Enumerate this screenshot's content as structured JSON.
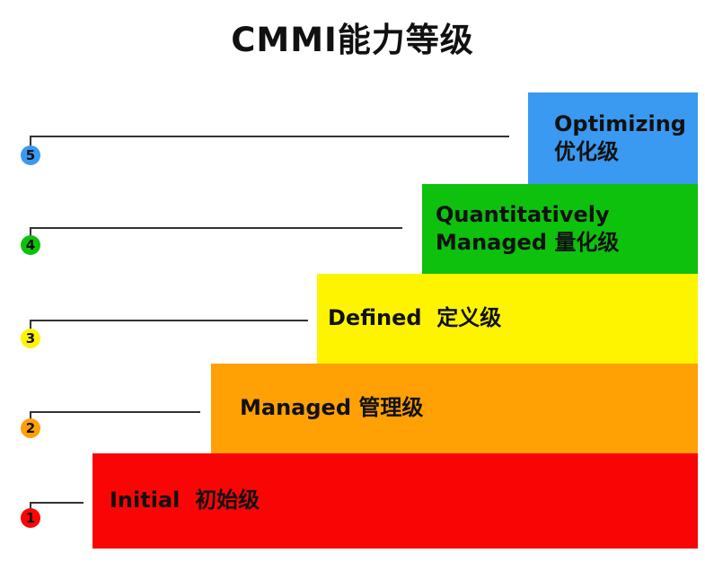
{
  "title": "CMMI能力等级",
  "colors": {
    "background": "#ffffff",
    "text": "#111111",
    "connector_line": "#333333",
    "level5_blue": "#3A99F0",
    "level4_green": "#0DC10D",
    "level3_yellow": "#FEF400",
    "level2_orange": "#FFA005",
    "level1_red": "#F90505"
  },
  "levels": [
    {
      "num": "5",
      "name_en": "Optimizing",
      "name_zh": "优化级",
      "lines": [
        "Optimizing",
        "优化级"
      ],
      "color": "#3A99F0"
    },
    {
      "num": "4",
      "name_en": "Quantitatively Managed",
      "name_zh": "量化级",
      "lines": [
        "Quantitatively",
        "Managed 量化级"
      ],
      "color": "#0DC10D"
    },
    {
      "num": "3",
      "name_en": "Defined",
      "name_zh": "定义级",
      "lines": [
        "Defined  定义级"
      ],
      "color": "#FEF400"
    },
    {
      "num": "2",
      "name_en": "Managed",
      "name_zh": "管理级",
      "lines": [
        "Managed 管理级"
      ],
      "color": "#FFA005"
    },
    {
      "num": "1",
      "name_en": "Initial",
      "name_zh": "初始级",
      "lines": [
        "Initial  初始级"
      ],
      "color": "#F90505"
    }
  ]
}
